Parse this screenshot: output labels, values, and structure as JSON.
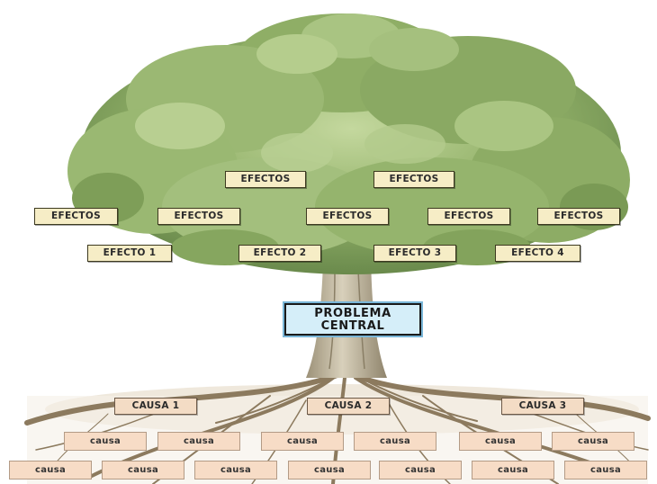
{
  "effects_top": [
    "EFECTOS",
    "EFECTOS"
  ],
  "effects_middle": [
    "EFECTOS",
    "EFECTOS",
    "EFECTOS",
    "EFECTOS",
    "EFECTOS"
  ],
  "effects_numbered": [
    "EFECTO 1",
    "EFECTO 2",
    "EFECTO 3",
    "EFECTO 4"
  ],
  "problem": {
    "line1": "PROBLEMA",
    "line2": "CENTRAL"
  },
  "causes_main": [
    "CAUSA 1",
    "CAUSA 2",
    "CAUSA 3"
  ],
  "causes_row1": [
    "causa",
    "causa",
    "causa",
    "causa",
    "causa",
    "causa"
  ],
  "causes_row2": [
    "causa",
    "causa",
    "causa",
    "causa",
    "causa",
    "causa",
    "causa"
  ],
  "colors": {
    "foliage": "#7fa05e",
    "foliage_light": "#b7cf91",
    "trunk": "#c8bfa8",
    "roots": "#8c7a5e",
    "effect_box": "#f6edc6",
    "cause_box": "#f7dcc6",
    "problem_box": "#d5eef9"
  }
}
